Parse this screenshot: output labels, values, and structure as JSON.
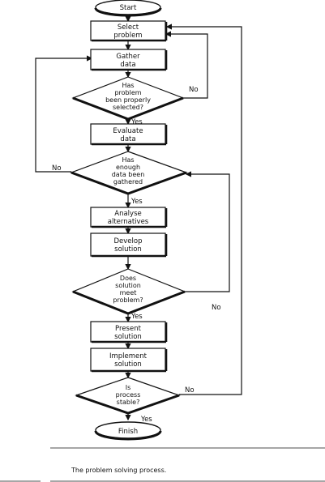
{
  "title": "",
  "nodes": {
    "start": "Start",
    "select_problem": "Select problem",
    "gather_data": "Gather data",
    "q_problem_selected": [
      "Has",
      "problem",
      "been properly",
      "selected?"
    ],
    "evaluate_data": "Evaluate data",
    "q_enough_data": [
      "Has",
      "enough",
      "data been",
      "gathered"
    ],
    "analyse_alternatives": "Analyse alternatives",
    "develop_solution": "Develop solution",
    "q_solution_meets": [
      "Does",
      "solution",
      "meet",
      "problem?"
    ],
    "present_solution": "Present solution",
    "implement_solution": "Implement solution",
    "q_process_stable": [
      "Is",
      "process",
      "stable?"
    ],
    "finish": "Finish"
  },
  "branches": {
    "yes": "Yes",
    "no": "No"
  },
  "caption": "The problem solving process."
}
